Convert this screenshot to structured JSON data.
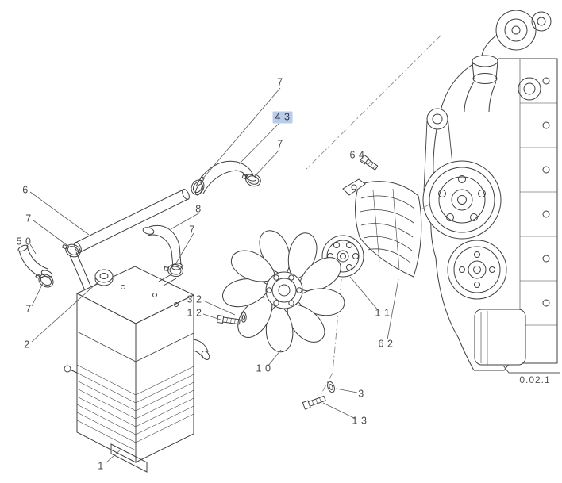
{
  "diagram": {
    "kind": "exploded-parts-diagram",
    "subject": "radiator, hoses, fan and fan shroud with engine reference",
    "reference": "0.02.1",
    "highlight_color": "#b9cde9",
    "line_color": "#3f3f3f"
  },
  "labels": [
    {
      "part": "7",
      "text": "7"
    },
    {
      "part": "43",
      "text": "4 3",
      "highlighted": true
    },
    {
      "part": "7",
      "text": "7"
    },
    {
      "part": "64",
      "text": "6 4"
    },
    {
      "part": "6",
      "text": "6"
    },
    {
      "part": "7",
      "text": "7"
    },
    {
      "part": "8",
      "text": "8"
    },
    {
      "part": "7",
      "text": "7"
    },
    {
      "part": "50",
      "text": "5 0"
    },
    {
      "part": "7",
      "text": "7"
    },
    {
      "part": "2",
      "text": "2"
    },
    {
      "part": "32",
      "text": "3 2"
    },
    {
      "part": "12",
      "text": "1 2"
    },
    {
      "part": "10",
      "text": "1 0"
    },
    {
      "part": "11",
      "text": "1 1"
    },
    {
      "part": "62",
      "text": "6 2"
    },
    {
      "part": "3",
      "text": "3"
    },
    {
      "part": "13",
      "text": "1 3"
    },
    {
      "part": "1",
      "text": "1"
    }
  ]
}
